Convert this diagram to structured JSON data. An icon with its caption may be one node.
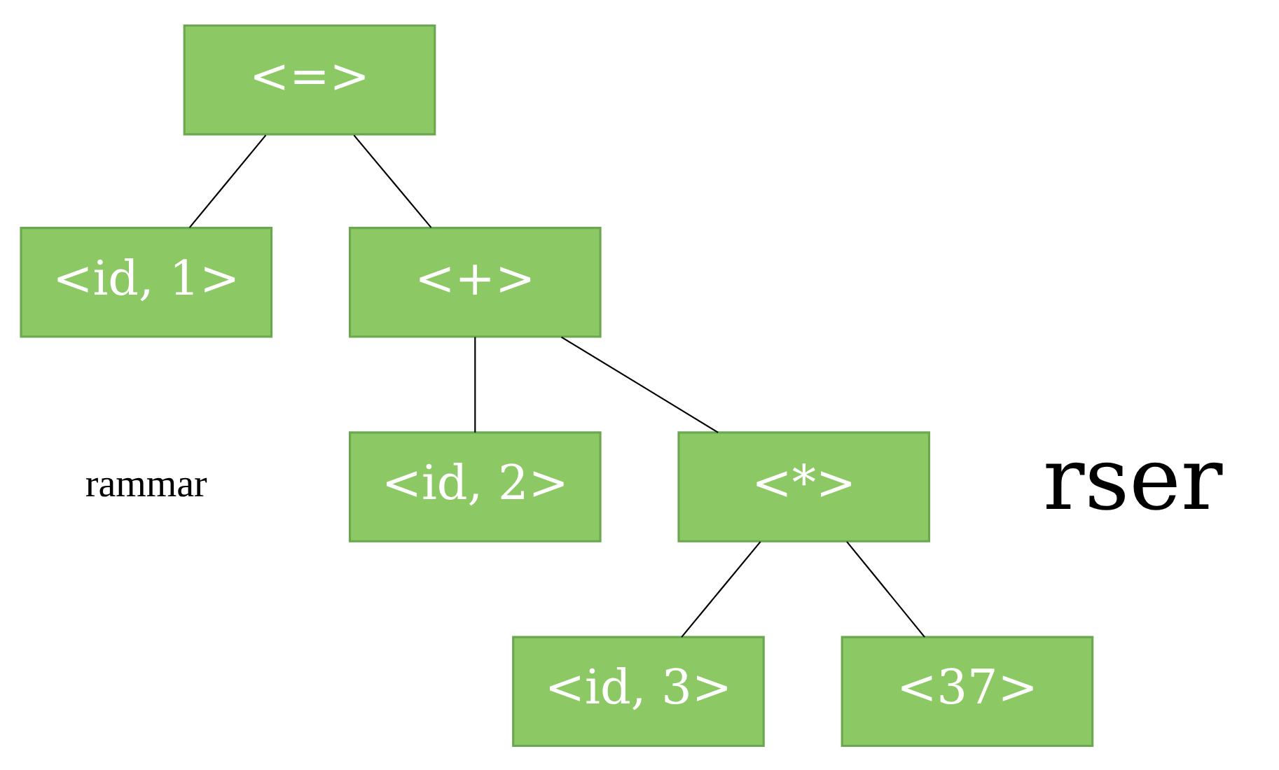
{
  "diagram": {
    "nodes": [
      {
        "text": [
          "<=>"
        ]
      },
      {
        "text": [
          "<id, 1>"
        ]
      },
      {
        "text": [
          "<+>"
        ]
      },
      {
        "text": [
          "<id, 2>"
        ]
      },
      {
        "text": [
          "<*>"
        ]
      },
      {
        "text": [
          "<id, 3>"
        ]
      },
      {
        "text": [
          "<37>"
        ]
      }
    ],
    "edges": [
      {
        "from": 0,
        "to": 1,
        "arrow": "none"
      },
      {
        "from": 0,
        "to": 2,
        "arrow": "none"
      },
      {
        "from": 2,
        "to": 3,
        "arrow": "none"
      },
      {
        "from": 2,
        "to": 4,
        "arrow": "none"
      },
      {
        "from": 4,
        "to": 5,
        "arrow": "none"
      },
      {
        "from": 4,
        "to": 6,
        "arrow": "none"
      }
    ],
    "labels": [
      "rammar",
      "rser"
    ]
  }
}
